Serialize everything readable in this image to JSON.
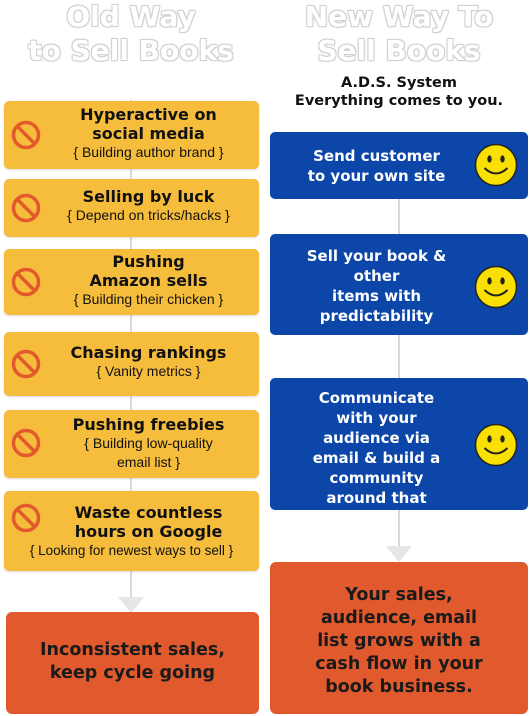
{
  "old": {
    "heading_lines": [
      "Old Way",
      "to Sell Books"
    ],
    "items": [
      {
        "title": [
          "Hyperactive on",
          "social media"
        ],
        "sub": [
          "{ Building author brand }"
        ],
        "icon": "no-entry-icon"
      },
      {
        "title": [
          "Selling by luck"
        ],
        "sub": [
          "{ Depend on tricks/hacks }"
        ],
        "icon": "no-entry-icon"
      },
      {
        "title": [
          "Pushing",
          "Amazon sells"
        ],
        "sub": [
          "{ Building their chicken }"
        ],
        "icon": "no-entry-icon"
      },
      {
        "title": [
          "Chasing rankings"
        ],
        "sub": [
          "{ Vanity metrics }"
        ],
        "icon": "no-entry-icon"
      },
      {
        "title": [
          "Pushing freebies"
        ],
        "sub": [
          "{ Building low-quality",
          "email list }"
        ],
        "icon": "no-entry-icon"
      },
      {
        "title": [
          "Waste countless",
          "hours on Google"
        ],
        "sub": [
          "{ Looking for newest ways to sell }"
        ],
        "icon": "no-entry-icon"
      }
    ],
    "result_lines": [
      "Inconsistent sales,",
      "keep cycle going"
    ]
  },
  "new": {
    "heading_lines": [
      "New Way To",
      "Sell Books"
    ],
    "subtitle_lines": [
      "A.D.S. System",
      "Everything comes to you."
    ],
    "items": [
      {
        "lines": [
          "Send customer",
          "to your own site"
        ],
        "icon": "smiley-icon"
      },
      {
        "lines": [
          "Sell your book &",
          "other",
          "items with",
          "predictability"
        ],
        "icon": "smiley-icon"
      },
      {
        "lines": [
          "Communicate",
          "with your",
          "audience via",
          "email & build a",
          "community",
          "around that"
        ],
        "icon": "smiley-icon"
      }
    ],
    "result_lines": [
      "Your sales,",
      "audience, email",
      "list grows with a",
      "cash flow in your",
      "book business."
    ]
  },
  "colors": {
    "old_box": "#f6bd3c",
    "new_box": "#0d46a9",
    "result_box": "#e15a2e",
    "no_entry_icon": "#e25a2b",
    "smiley": "#f9e000"
  }
}
